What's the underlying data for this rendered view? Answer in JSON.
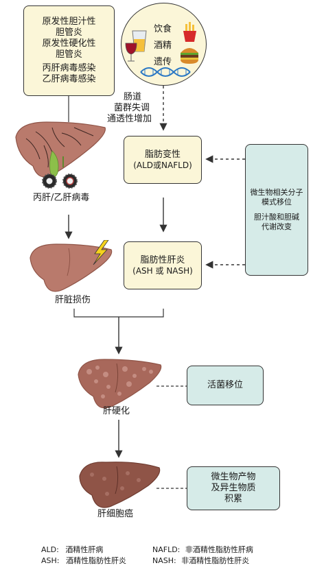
{
  "causes": [
    "原发性胆汁性",
    "胆管炎",
    "原发性硬化性",
    "胆管炎",
    "丙肝病毒感染",
    "乙肝病毒感染"
  ],
  "lifestyle": [
    "饮食",
    "酒精",
    "遗传"
  ],
  "gut": [
    "肠道",
    "菌群失调",
    "通透性增加"
  ],
  "fatty_change": [
    "脂肪变性",
    "(ALD或NAFLD)"
  ],
  "microbial": [
    "微生物相关分子",
    "模式移位",
    "胆汁酸和胆碱",
    "代谢改变"
  ],
  "virus_label": "丙肝/乙肝病毒",
  "steatohepatitis": [
    "脂肪性肝炎",
    "(ASH 或 NASH)"
  ],
  "liver_injury": "肝脏损伤",
  "bacterial_translocation": "活菌移位",
  "cirrhosis": "肝硬化",
  "accumulation": [
    "微生物产物",
    "及异生物质",
    "积累"
  ],
  "hcc": "肝细胞癌",
  "legend": [
    {
      "abbr": "ALD:",
      "desc": "酒精性肝病"
    },
    {
      "abbr": "ASH:",
      "desc": "酒精性脂肪性肝炎"
    },
    {
      "abbr": "NAFLD:",
      "desc": "非酒精性脂肪性肝病"
    },
    {
      "abbr": "NASH:",
      "desc": "非酒精性脂肪性肝炎"
    }
  ],
  "colors": {
    "box_cream": "#fbf6d8",
    "box_teal": "#d6ebe8",
    "liver": "#b97a6c",
    "liver_dark": "#8f5447"
  },
  "icons": [
    "water-glass-icon",
    "wine-glass-icon",
    "french-fries-icon",
    "hamburger-icon",
    "dna-icon",
    "virus-icon",
    "lightning-icon",
    "liver-icon"
  ]
}
